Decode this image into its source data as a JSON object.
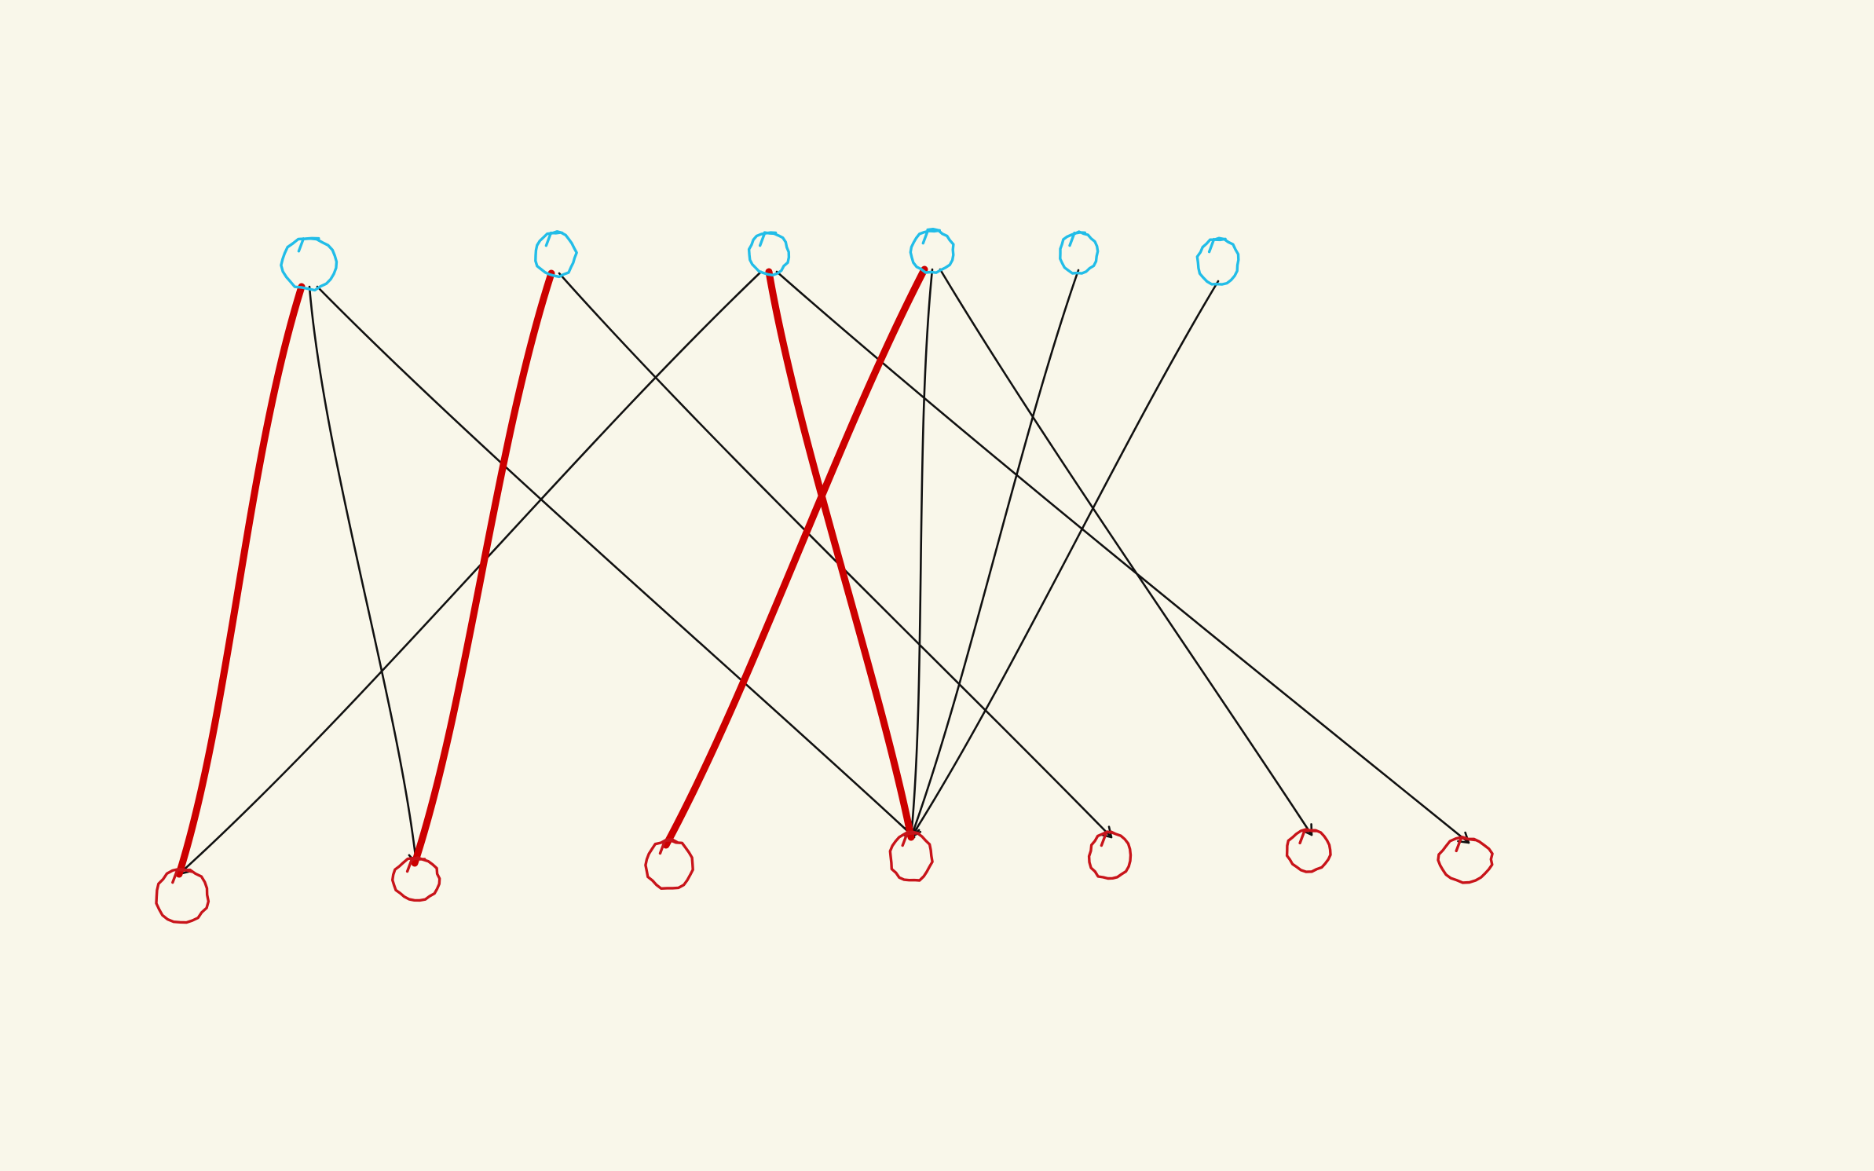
{
  "colors": {
    "background": "#f9f7ea",
    "top_node": "#22bde8",
    "bottom_node": "#c8141a",
    "edge": "#111111",
    "matching_edge": "#cc0000"
  },
  "top_nodes": [
    {
      "id": "t1"
    },
    {
      "id": "t2"
    },
    {
      "id": "t3"
    },
    {
      "id": "t4"
    },
    {
      "id": "t5"
    },
    {
      "id": "t6"
    }
  ],
  "bottom_nodes": [
    {
      "id": "b1"
    },
    {
      "id": "b2"
    },
    {
      "id": "b3"
    },
    {
      "id": "b4"
    },
    {
      "id": "b5"
    },
    {
      "id": "b6"
    },
    {
      "id": "b7"
    }
  ],
  "edges": [
    {
      "from": "t1",
      "to": "b1",
      "matching": true
    },
    {
      "from": "t1",
      "to": "b2",
      "matching": false
    },
    {
      "from": "t1",
      "to": "b4",
      "matching": false
    },
    {
      "from": "t2",
      "to": "b2",
      "matching": true
    },
    {
      "from": "t2",
      "to": "b5",
      "matching": false
    },
    {
      "from": "t3",
      "to": "b1",
      "matching": false
    },
    {
      "from": "t3",
      "to": "b4",
      "matching": true
    },
    {
      "from": "t3",
      "to": "b7",
      "matching": false
    },
    {
      "from": "t4",
      "to": "b3",
      "matching": true
    },
    {
      "from": "t4",
      "to": "b4",
      "matching": false
    },
    {
      "from": "t4",
      "to": "b6",
      "matching": false
    },
    {
      "from": "t5",
      "to": "b4",
      "matching": false
    },
    {
      "from": "t6",
      "to": "b4",
      "matching": false
    }
  ]
}
